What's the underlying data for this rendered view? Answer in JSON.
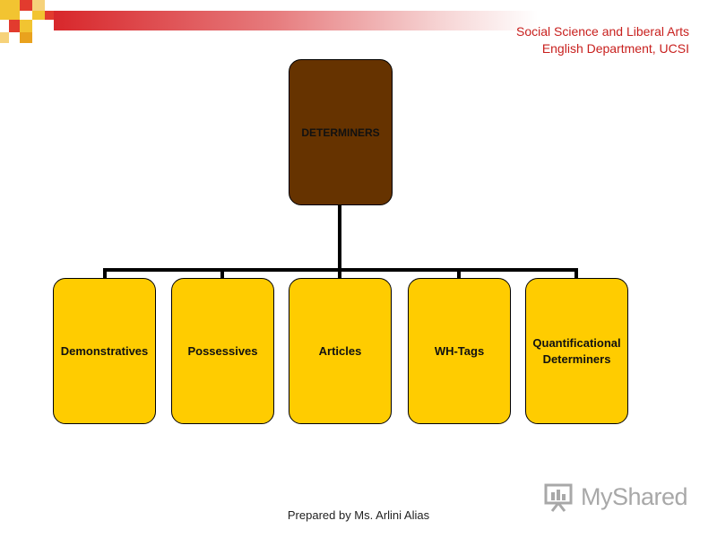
{
  "header": {
    "line1": "Social Science and Liberal Arts",
    "line2": "English Department, UCSI"
  },
  "diagram": {
    "root": "DETERMINERS",
    "children": [
      "Demonstratives",
      "Possessives",
      "Articles",
      "WH-Tags",
      "Quantificational Determiners"
    ]
  },
  "footer": "Prepared by Ms. Arlini Alias",
  "watermark": "MyShared",
  "colors": {
    "root_fill": "#663300",
    "child_fill": "#ffcc00",
    "header_text": "#c8201e",
    "header_bar": "#d8272b"
  }
}
